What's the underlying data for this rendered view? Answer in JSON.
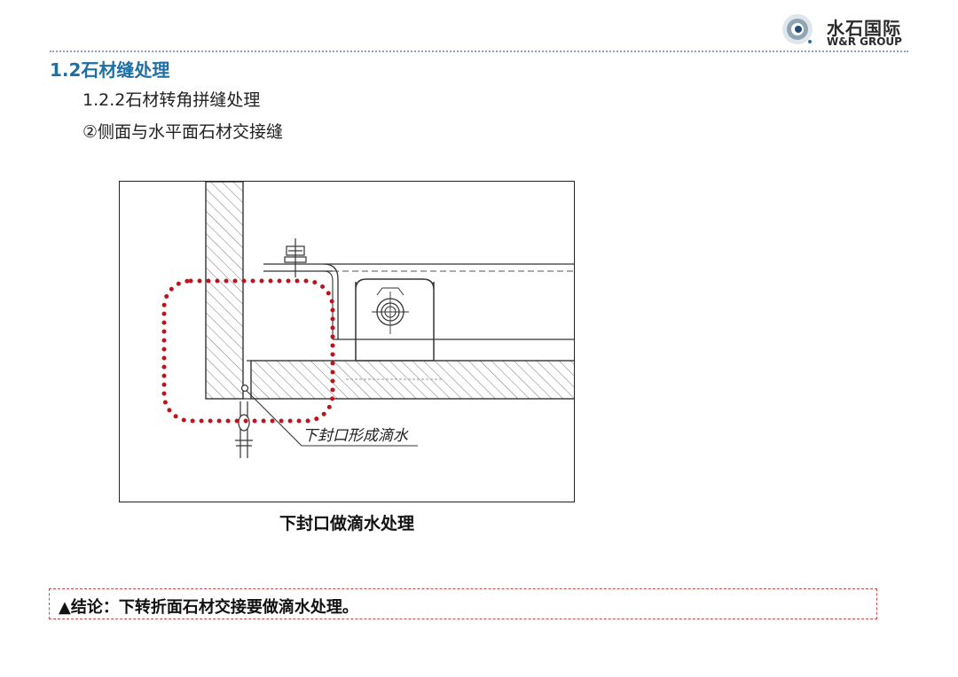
{
  "brand": {
    "name_cn": "水石国际",
    "name_en": "W&R GROUP"
  },
  "section_title": "1.2石材缝处理",
  "sub_title": "1.2.2石材转角拼缝处理",
  "sub_title_2": "②侧面与水平面石材交接缝",
  "figure": {
    "annotation": "下封口形成滴水",
    "caption": "下封口做滴水处理"
  },
  "conclusion": "▲结论：下转折面石材交接要做滴水处理。",
  "colors": {
    "title_blue": "#1d6fa5",
    "dotted_highlight": "#c0121b",
    "conclusion_border": "#c84b4b"
  }
}
